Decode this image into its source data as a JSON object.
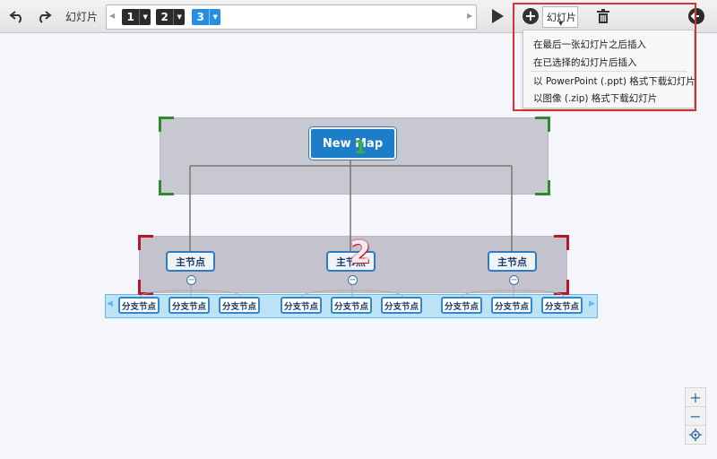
{
  "toolbar": {
    "undo_icon": "undo-icon",
    "redo_icon": "redo-icon",
    "slides_label": "幻灯片",
    "slide_chips": [
      "1",
      "2",
      "3"
    ],
    "active_slide": "3",
    "play_icon": "play-icon",
    "add_icon": "plus-circle-icon",
    "slide_menu_label": "幻灯片",
    "delete_icon": "trash-icon",
    "exit_icon": "exit-icon"
  },
  "dropdown": {
    "items": [
      "在最后一张幻灯片之后插入",
      "在已选择的幻灯片后插入",
      "以 PowerPoint (.ppt) 格式下载幻灯片",
      "以图像 (.zip) 格式下载幻灯片"
    ]
  },
  "mindmap": {
    "root": "New Map",
    "main_topics": [
      "主节点",
      "主节点",
      "主节点"
    ],
    "subtopics": [
      "分支节点",
      "分支节点",
      "分支节点",
      "分支节点",
      "分支节点",
      "分支节点",
      "分支节点",
      "分支节点",
      "分支节点"
    ],
    "collapse_symbol": "−"
  },
  "frames": {
    "frame1_number": "1",
    "frame2_number": "2",
    "frame1_color": "#2e8b2e",
    "frame2_color": "#b5172b",
    "frame3_color": "#67b8e8"
  },
  "zoom": {
    "in": "+",
    "out": "−",
    "center_icon": "crosshair-icon"
  },
  "colors": {
    "accent": "#2a8ee0",
    "highlight": "#d63434",
    "root_fill": "#1d7dc9"
  }
}
